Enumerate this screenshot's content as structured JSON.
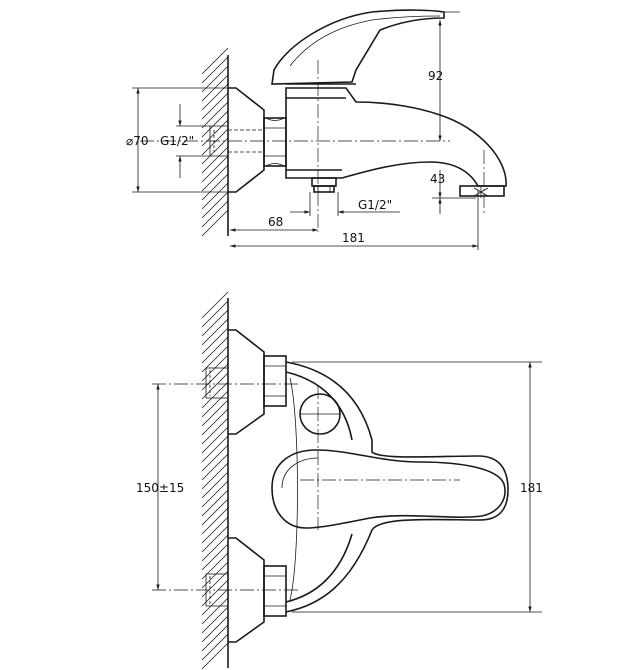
{
  "side_view": {
    "dims": {
      "height_92": "92",
      "diameter_70": "⌀70",
      "thread_in": "G1/2\"",
      "height_43": "43",
      "length_68": "68",
      "thread_out": "G1/2\"",
      "length_181": "181"
    }
  },
  "top_view": {
    "dims": {
      "spacing": "150±15",
      "depth_181": "181"
    }
  }
}
